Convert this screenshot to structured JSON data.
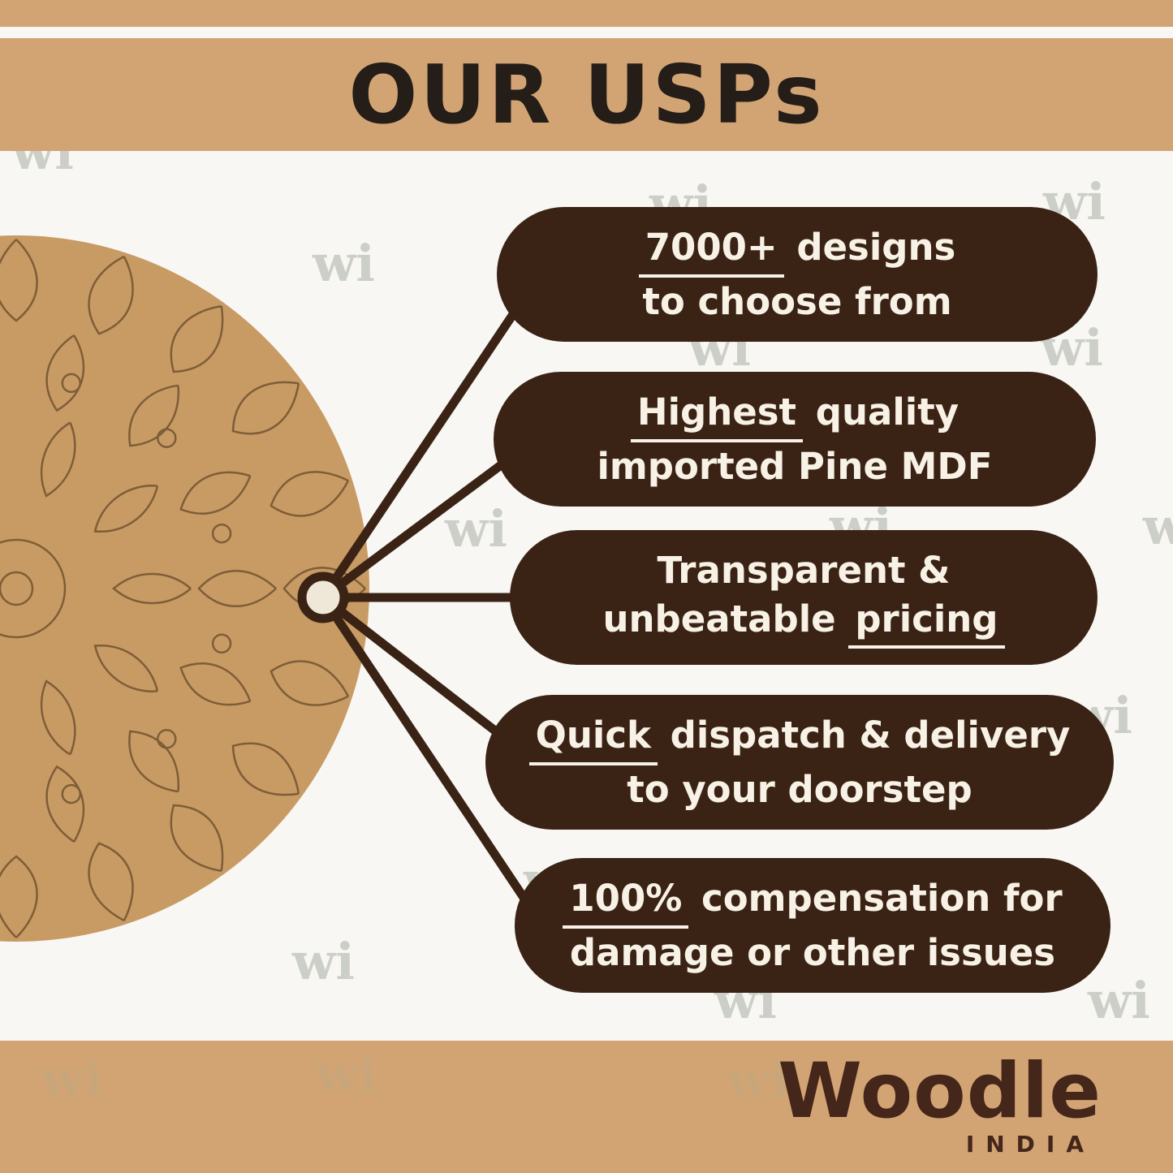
{
  "title": "OUR USPs",
  "watermark": {
    "text": "wi"
  },
  "pills": [
    {
      "l1": {
        "pre": "",
        "u": "7000+",
        "post": " designs"
      },
      "l2": {
        "pre": "to choose from",
        "u": "",
        "post": ""
      }
    },
    {
      "l1": {
        "pre": "",
        "u": "Highest",
        "post": " quality"
      },
      "l2": {
        "pre": "imported Pine MDF",
        "u": "",
        "post": ""
      }
    },
    {
      "l1": {
        "pre": "Transparent &",
        "u": "",
        "post": ""
      },
      "l2": {
        "pre": "unbeatable ",
        "u": "pricing",
        "post": ""
      }
    },
    {
      "l1": {
        "pre": "",
        "u": "Quick",
        "post": " dispatch & delivery"
      },
      "l2": {
        "pre": "to your doorstep",
        "u": "",
        "post": ""
      }
    },
    {
      "l1": {
        "pre": "",
        "u": "100%",
        "post": " compensation for"
      },
      "l2": {
        "pre": "damage or other issues",
        "u": "",
        "post": ""
      }
    }
  ],
  "logo": {
    "name": "Woodle",
    "country": "INDIA"
  },
  "colors": {
    "band_tan": "#d2a474",
    "pill_brown": "#3a2314",
    "pill_text_cream": "#f7f1e6",
    "board_wood": "#c79b63",
    "logo_brown": "#45261a"
  }
}
